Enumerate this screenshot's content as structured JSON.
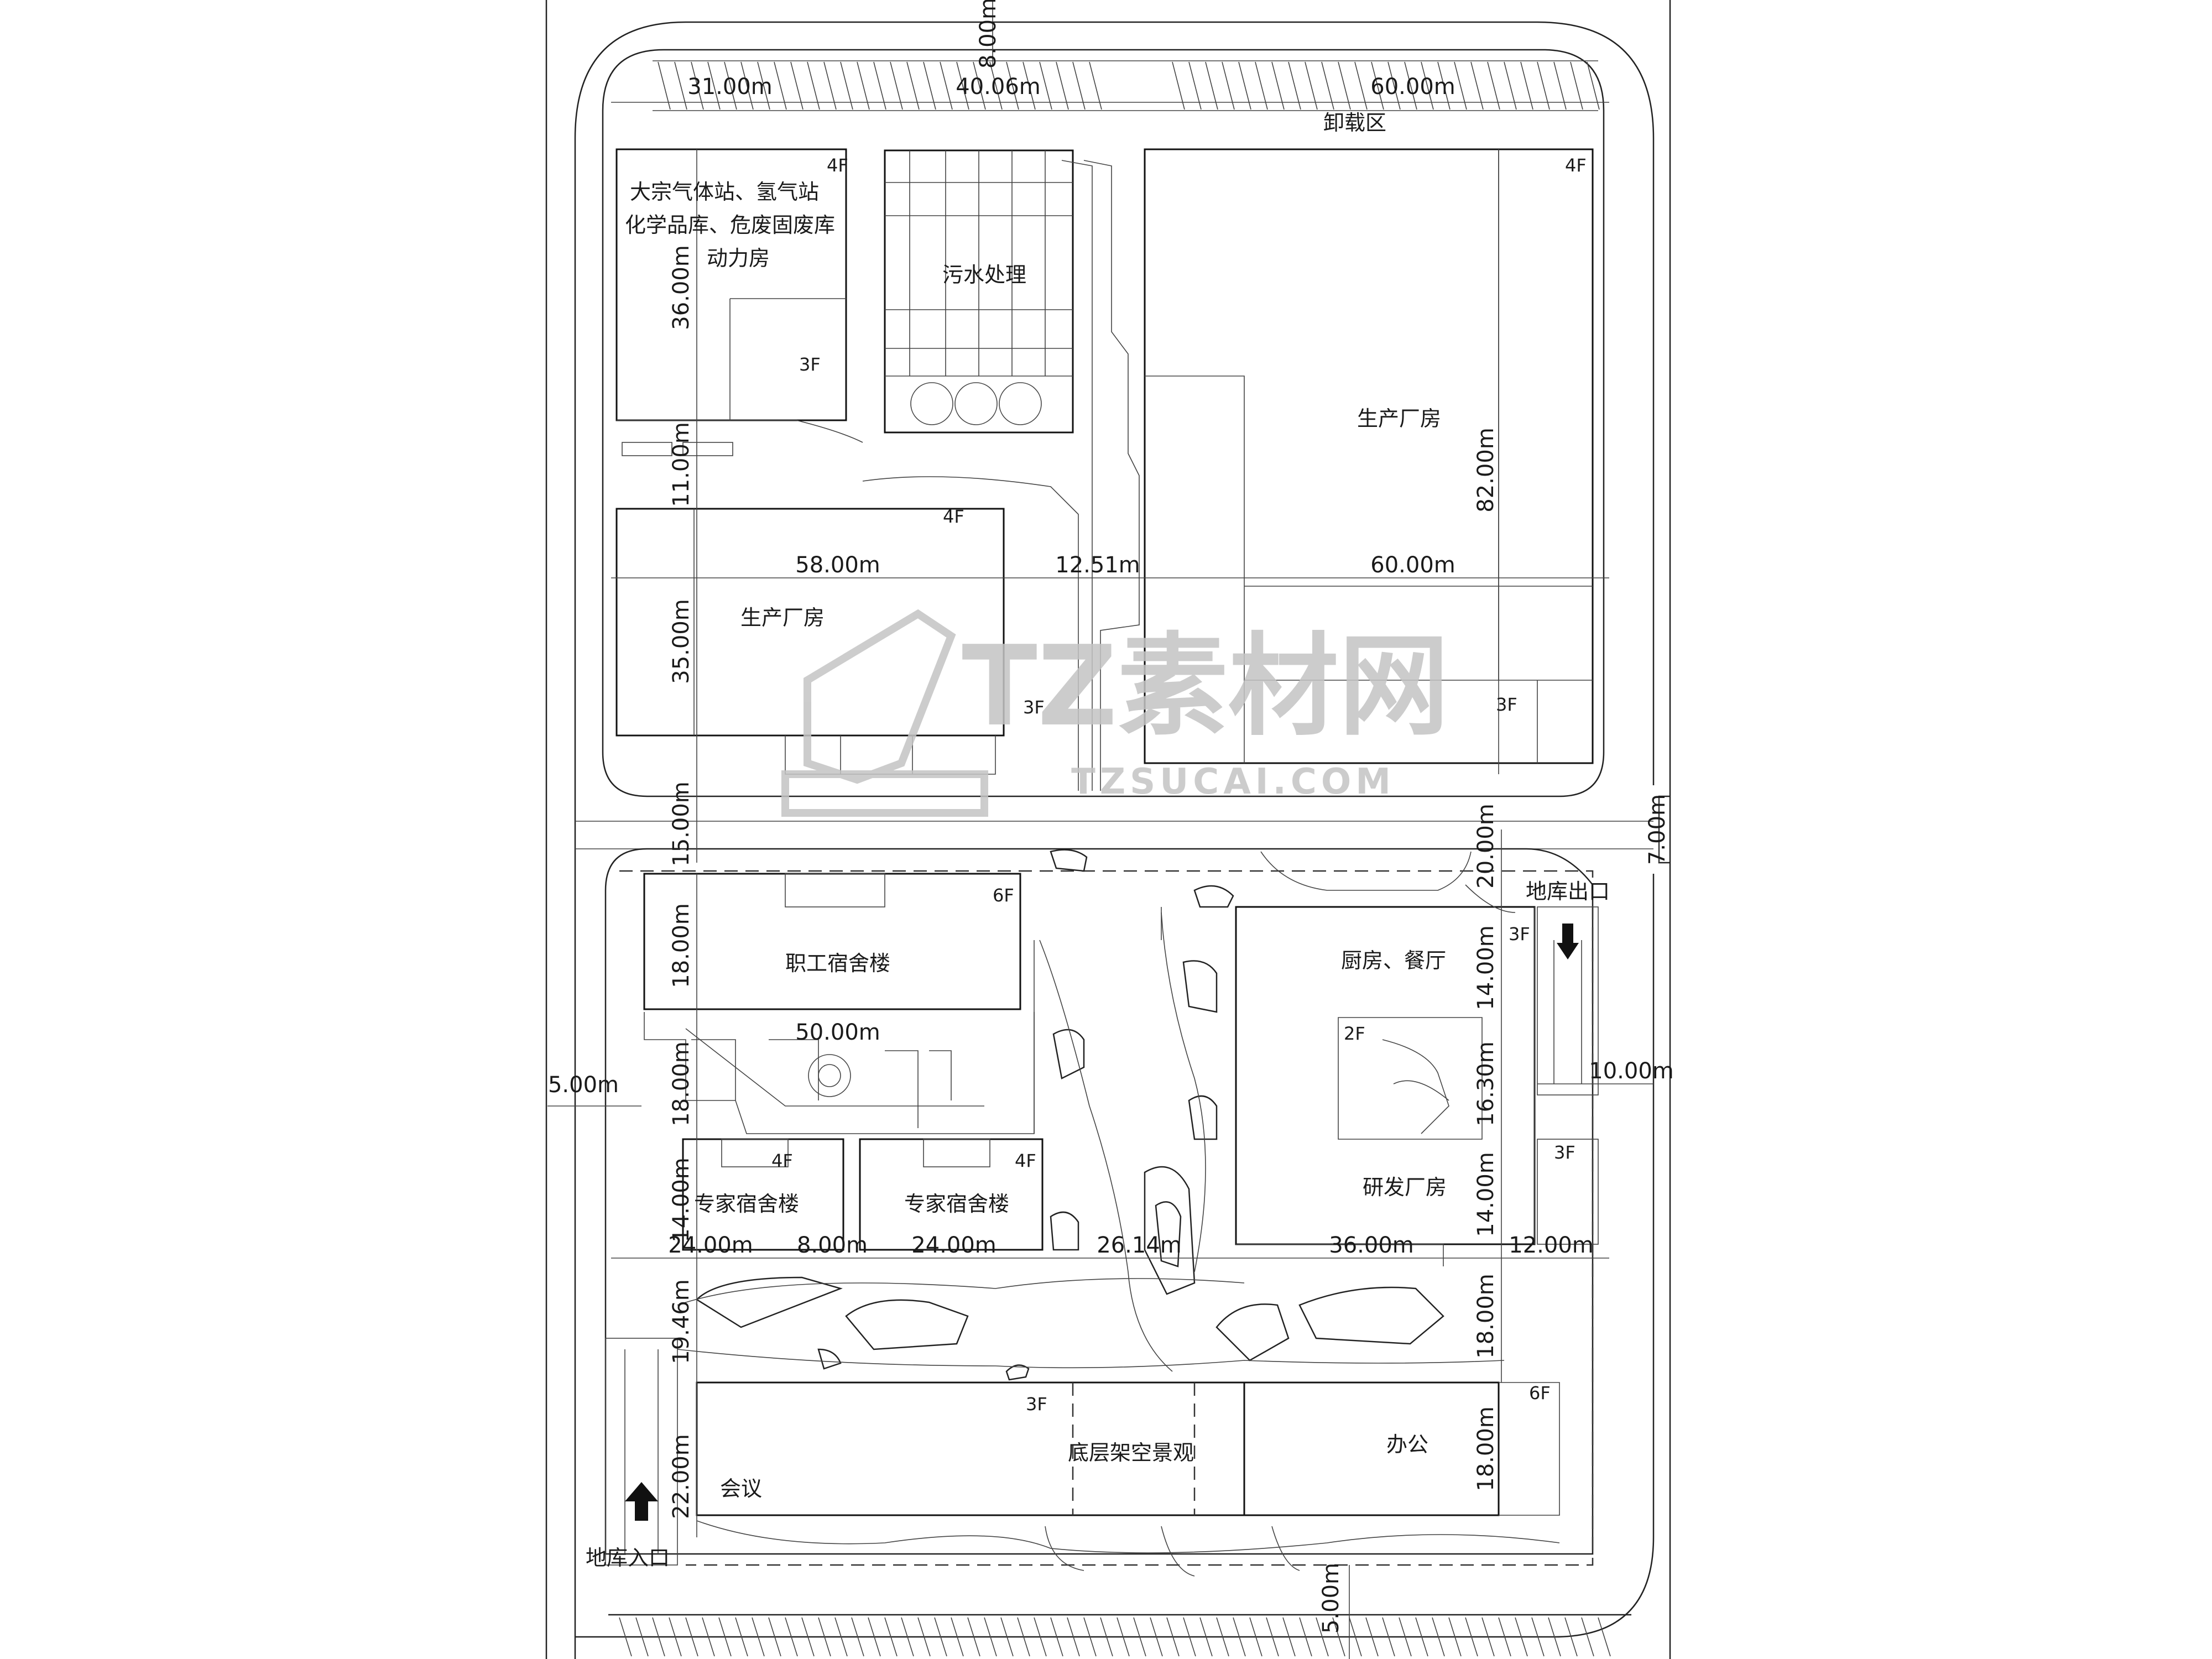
{
  "buildings": {
    "gas_station": [
      "大宗气体站、氢气站",
      "化学品库、危废固废库",
      "动力房"
    ],
    "sewage": "污水处理",
    "factory_main": "生产厂房",
    "factory_small": "生产厂房",
    "unloading": "卸载区",
    "staff_dorm": "职工宿舍楼",
    "kitchen": "厨房、餐厅",
    "expert_dorm_1": "专家宿舍楼",
    "expert_dorm_2": "专家宿舍楼",
    "rd_factory": "研发厂房",
    "meeting": "会议",
    "landscape": "底层架空景观",
    "office": "办公",
    "garage_exit": "地库出口",
    "garage_entrance": "地库入口"
  },
  "floors": {
    "gas_4f": "4F",
    "gas_3f": "3F",
    "main_4f": "4F",
    "main_3f": "3F",
    "small_4f": "4F",
    "small_3f": "3F",
    "staff_6f": "6F",
    "kitchen_3f": "3F",
    "kitchen_2f": "2F",
    "expert1_4f": "4F",
    "expert2_4f": "4F",
    "rd_3f": "3F",
    "landscape_3f": "3F",
    "office_6f": "6F"
  },
  "dimensions": {
    "top_31": "31.00m",
    "top_40": "40.06m",
    "top_60": "60.00m",
    "top_8": "8.00m",
    "v_36": "36.00m",
    "v_11": "11.00m",
    "v_35": "35.00m",
    "v_15": "15.00m",
    "v_82": "82.00m",
    "h_58": "58.00m",
    "h_1251": "12.51m",
    "h_60": "60.00m",
    "v_20": "20.00m",
    "v_7": "7.00m",
    "v_18a": "18.00m",
    "h_50": "50.00m",
    "v_18b": "18.00m",
    "h_5": "5.00m",
    "v_14a": "14.00m",
    "v_1630": "16.30m",
    "h_10": "10.00m",
    "v_14b": "14.00m",
    "v_14c": "14.00m",
    "h_24a": "24.00m",
    "h_8": "8.00m",
    "h_24b": "24.00m",
    "h_2614": "26.14m",
    "h_36": "36.00m",
    "h_12": "12.00m",
    "v_1946": "19.46m",
    "v_18c": "18.00m",
    "v_22": "22.00m",
    "v_18d": "18.00m",
    "v_5": "5.00m"
  },
  "watermark": {
    "brand": "TZ素材网",
    "url": "TZSUCAI.COM"
  }
}
